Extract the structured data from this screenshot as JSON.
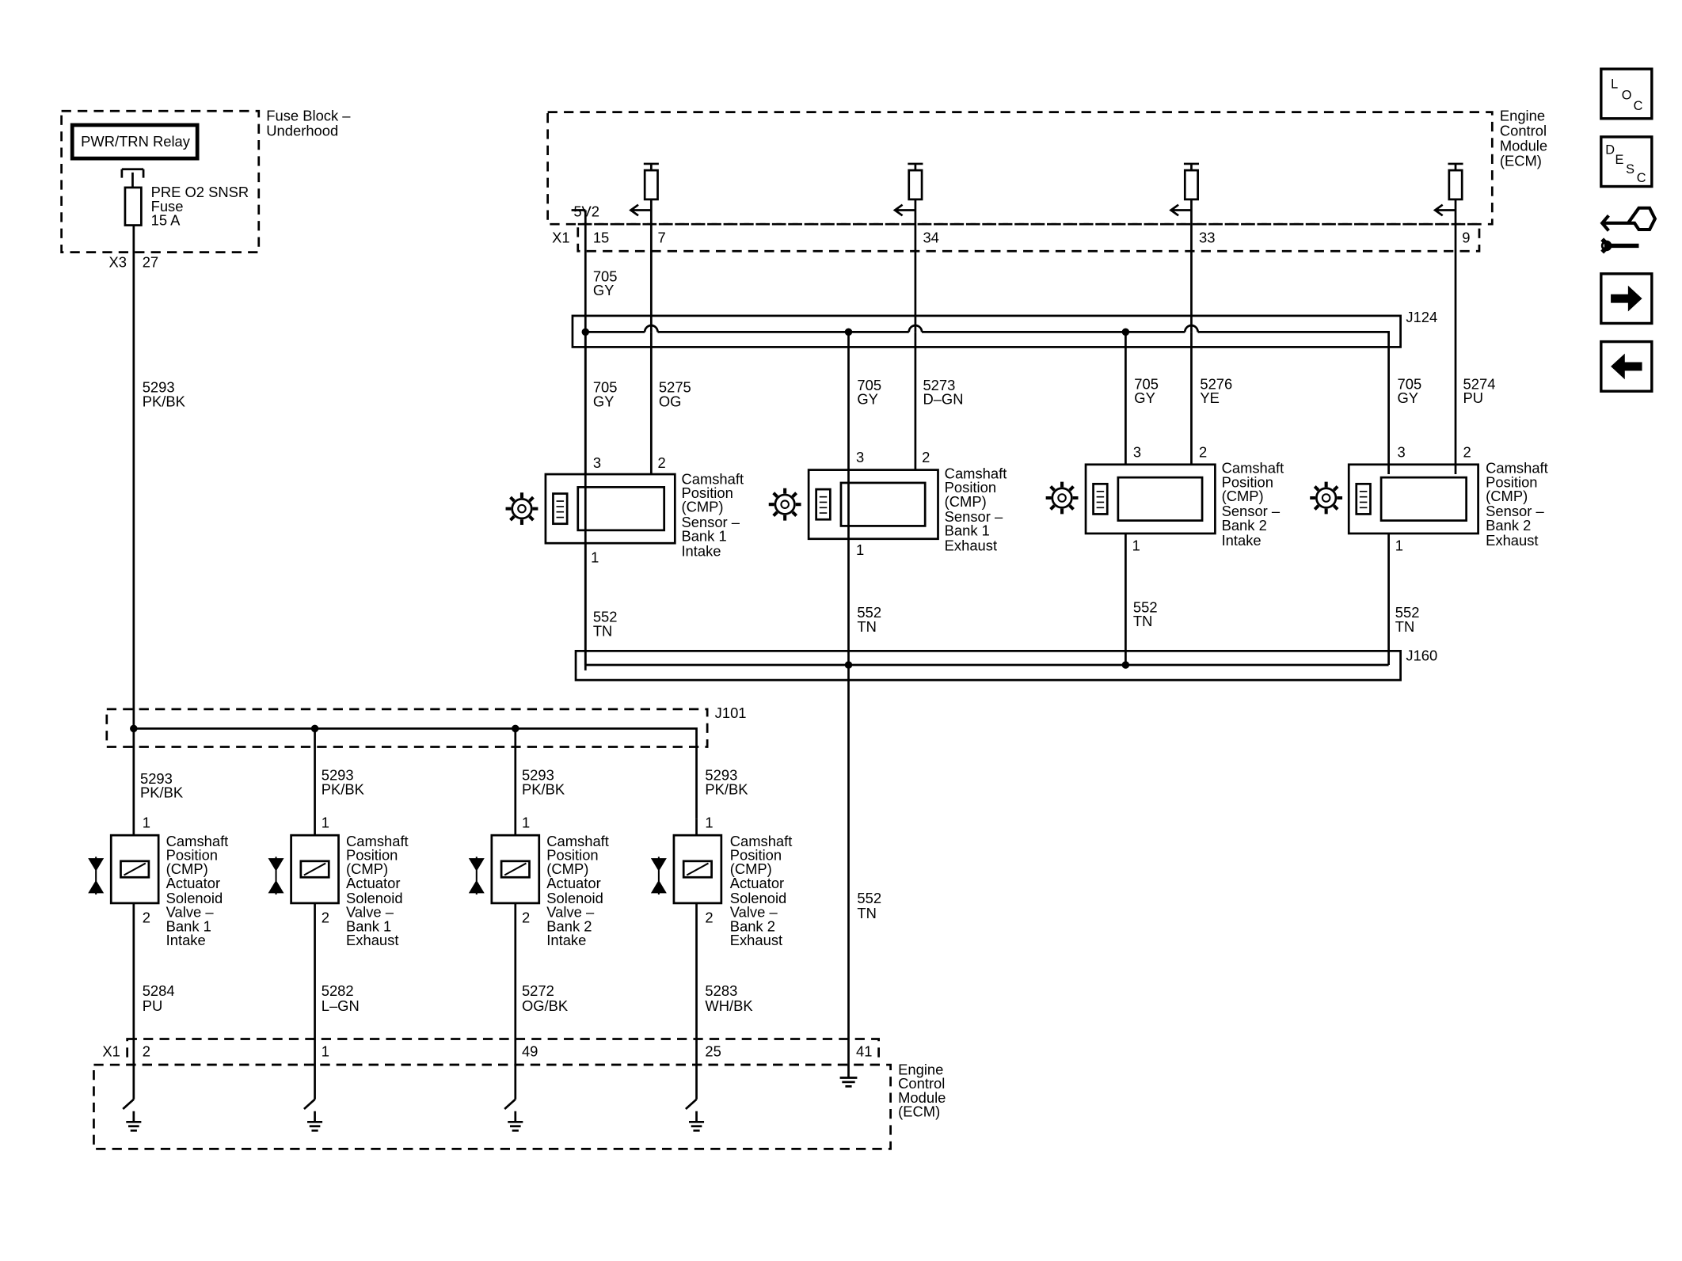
{
  "fuse_block": {
    "title": [
      "Fuse Block –",
      "Underhood"
    ],
    "relay": "PWR/TRN Relay",
    "fuse": [
      "PRE O2 SNSR",
      "Fuse",
      "15 A"
    ],
    "connector": "X3",
    "pin": "27"
  },
  "ecm_top": {
    "title": [
      "Engine",
      "Control",
      "Module",
      "(ECM)"
    ],
    "connector": "X1",
    "ref_voltage": "5V2",
    "pins": [
      "15",
      "7",
      "34",
      "33",
      "9"
    ]
  },
  "ecm_bottom": {
    "title": [
      "Engine",
      "Control",
      "Module",
      "(ECM)"
    ],
    "connector": "X1",
    "pins": [
      "2",
      "1",
      "49",
      "25",
      "41"
    ]
  },
  "splices": {
    "j124": "J124",
    "j160": "J160",
    "j101": "J101"
  },
  "feed_wire": {
    "circuit": "5293",
    "color": "PK/BK"
  },
  "ref_wire_top": {
    "circuit": "705",
    "color": "GY"
  },
  "low_ref_wire": {
    "circuit": "552",
    "color": "TN"
  },
  "sensors": [
    {
      "label": [
        "Camshaft",
        "Position",
        "(CMP)",
        "Sensor –",
        "Bank 1",
        "Intake"
      ],
      "pin_ref": "3",
      "pin_sig": "2",
      "pin_low": "1",
      "ref_circuit": "705",
      "ref_color": "GY",
      "sig_circuit": "5275",
      "sig_color": "OG",
      "low_circuit": "552",
      "low_color": "TN"
    },
    {
      "label": [
        "Camshaft",
        "Position",
        "(CMP)",
        "Sensor –",
        "Bank 1",
        "Exhaust"
      ],
      "pin_ref": "3",
      "pin_sig": "2",
      "pin_low": "1",
      "ref_circuit": "705",
      "ref_color": "GY",
      "sig_circuit": "5273",
      "sig_color": "D–GN",
      "low_circuit": "552",
      "low_color": "TN"
    },
    {
      "label": [
        "Camshaft",
        "Position",
        "(CMP)",
        "Sensor –",
        "Bank 2",
        "Intake"
      ],
      "pin_ref": "3",
      "pin_sig": "2",
      "pin_low": "1",
      "ref_circuit": "705",
      "ref_color": "GY",
      "sig_circuit": "5276",
      "sig_color": "YE",
      "low_circuit": "552",
      "low_color": "TN"
    },
    {
      "label": [
        "Camshaft",
        "Position",
        "(CMP)",
        "Sensor –",
        "Bank 2",
        "Exhaust"
      ],
      "pin_ref": "3",
      "pin_sig": "2",
      "pin_low": "1",
      "ref_circuit": "705",
      "ref_color": "GY",
      "sig_circuit": "5274",
      "sig_color": "PU",
      "low_circuit": "552",
      "low_color": "TN"
    }
  ],
  "solenoids": [
    {
      "label": [
        "Camshaft",
        "Position",
        "(CMP)",
        "Actuator",
        "Solenoid",
        "Valve –",
        "Bank 1",
        "Intake"
      ],
      "pin_in": "1",
      "pin_out": "2",
      "in_circuit": "5293",
      "in_color": "PK/BK",
      "out_circuit": "5284",
      "out_color": "PU"
    },
    {
      "label": [
        "Camshaft",
        "Position",
        "(CMP)",
        "Actuator",
        "Solenoid",
        "Valve –",
        "Bank 1",
        "Exhaust"
      ],
      "pin_in": "1",
      "pin_out": "2",
      "in_circuit": "5293",
      "in_color": "PK/BK",
      "out_circuit": "5282",
      "out_color": "L–GN"
    },
    {
      "label": [
        "Camshaft",
        "Position",
        "(CMP)",
        "Actuator",
        "Solenoid",
        "Valve –",
        "Bank 2",
        "Intake"
      ],
      "pin_in": "1",
      "pin_out": "2",
      "in_circuit": "5293",
      "in_color": "PK/BK",
      "out_circuit": "5272",
      "out_color": "OG/BK"
    },
    {
      "label": [
        "Camshaft",
        "Position",
        "(CMP)",
        "Actuator",
        "Solenoid",
        "Valve –",
        "Bank 2",
        "Exhaust"
      ],
      "pin_in": "1",
      "pin_out": "2",
      "in_circuit": "5293",
      "in_color": "PK/BK",
      "out_circuit": "5283",
      "out_color": "WH/BK"
    }
  ],
  "ground_wire": {
    "circuit": "552",
    "color": "TN"
  },
  "side_nav": [
    {
      "name": "loc-button",
      "letters": [
        "L",
        "O",
        "C"
      ]
    },
    {
      "name": "desc-button",
      "letters": [
        "D",
        "E",
        "S",
        "C"
      ]
    },
    {
      "name": "connector-info-button",
      "icon": "connector-wrench-icon"
    },
    {
      "name": "next-page-button",
      "icon": "arrow-right-icon"
    },
    {
      "name": "previous-page-button",
      "icon": "arrow-left-icon"
    }
  ]
}
